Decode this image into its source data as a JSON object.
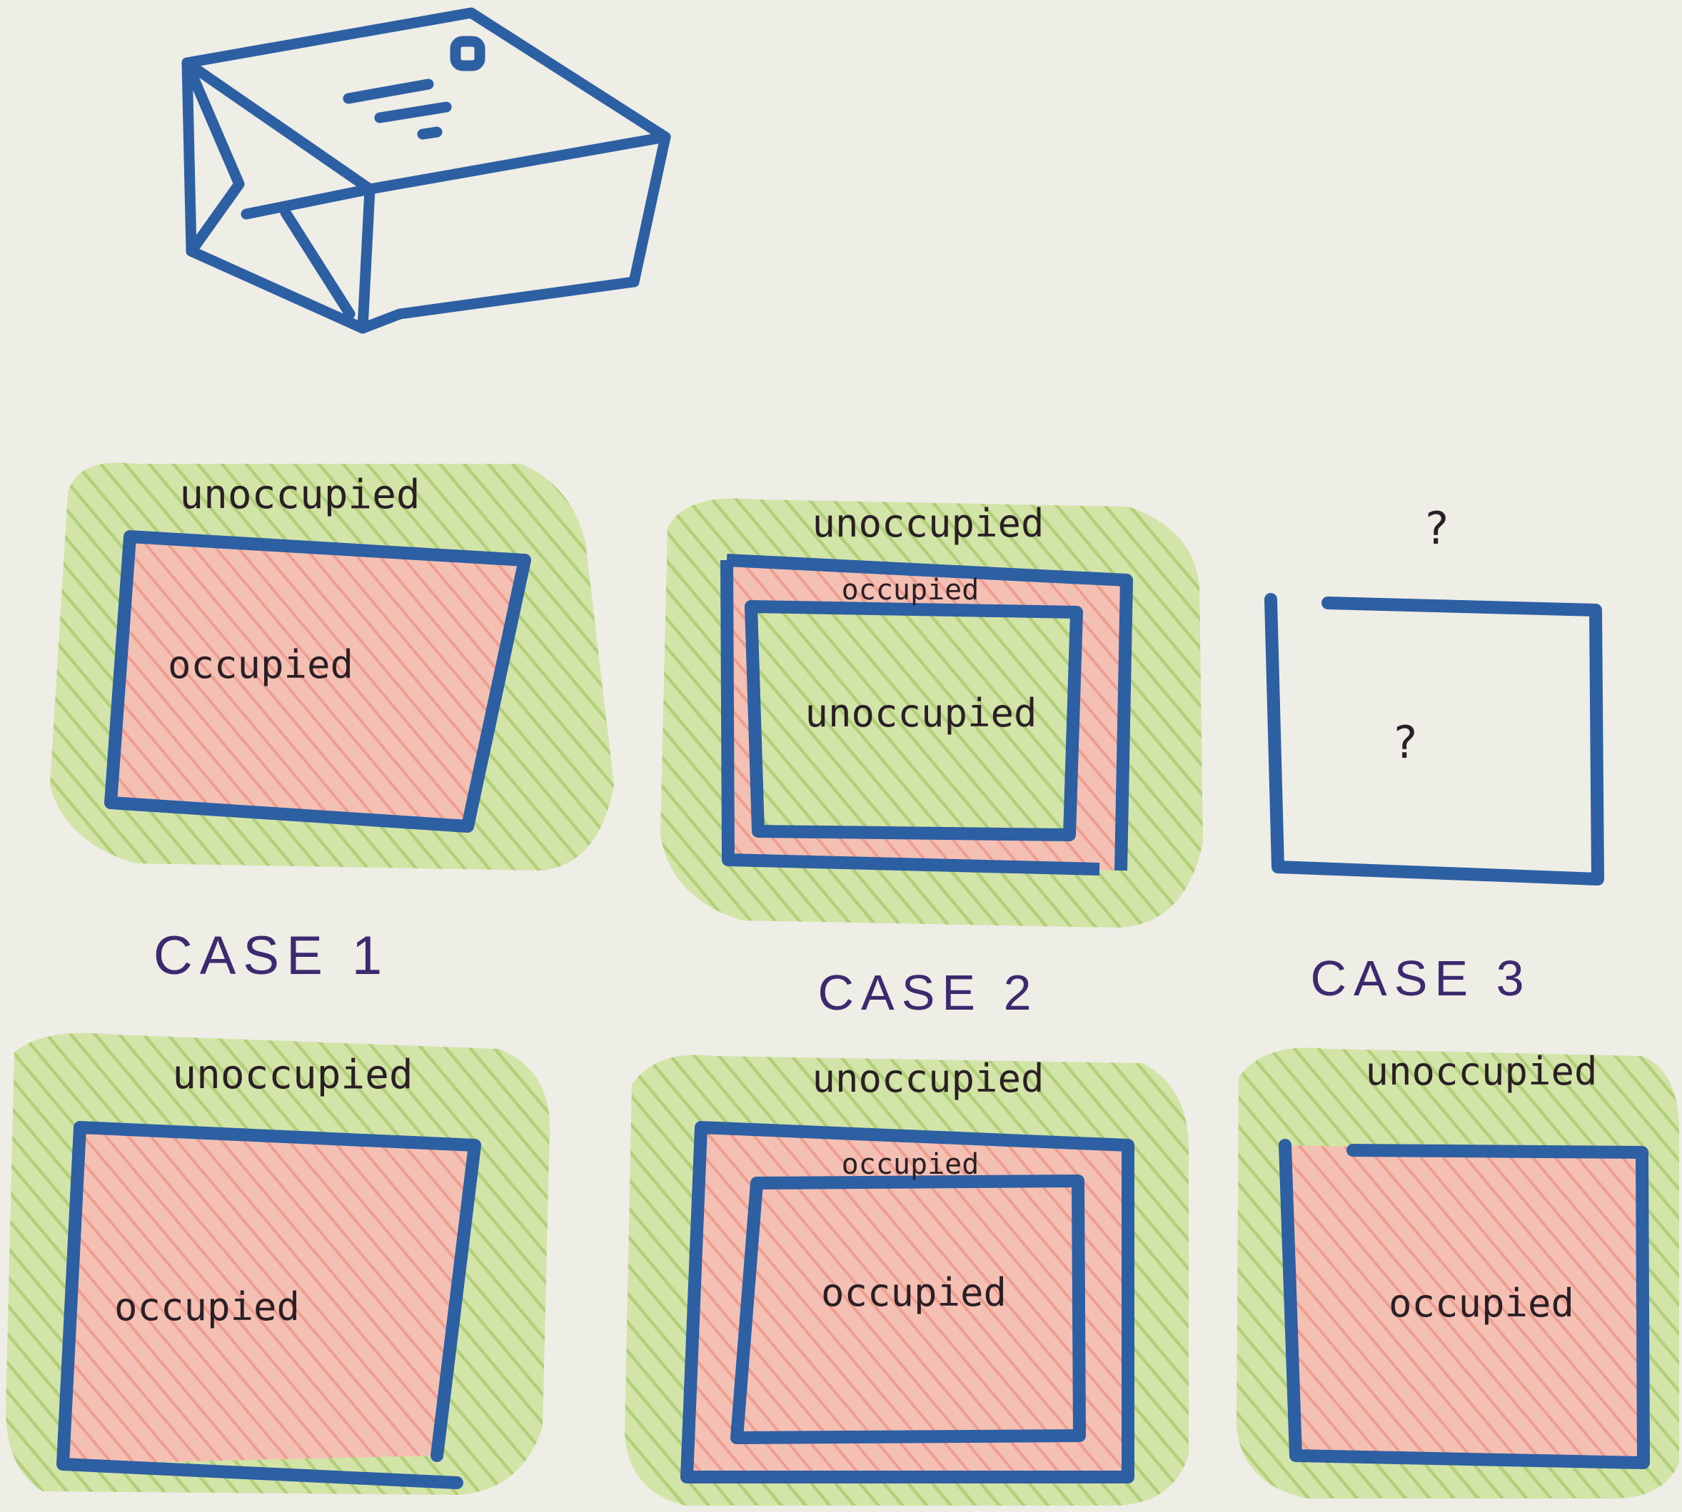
{
  "colors": {
    "paper": "#eeede6",
    "marker_blue": "#2d5fa3",
    "occupied_fill": "#f2b3a7",
    "unoccupied_fill": "#c8dc98",
    "ink_text": "#2a1f25",
    "case_text": "#3a2a6e"
  },
  "icons": {
    "parcel": "parcel-box-icon"
  },
  "top_row": {
    "case1": {
      "outer_label": "unoccupied",
      "inner_label": "occupied"
    },
    "case2": {
      "outer_label": "unoccupied",
      "ring_label": "occupied",
      "inner_label": "unoccupied"
    },
    "case3": {
      "outer_label": "?",
      "inner_label": "?"
    }
  },
  "case_titles": {
    "case1": "CASE 1",
    "case2": "CASE 2",
    "case3": "CASE 3"
  },
  "bottom_row": {
    "case1": {
      "outer_label": "unoccupied",
      "inner_label": "occupied"
    },
    "case2": {
      "outer_label": "unoccupied",
      "ring_label": "occupied",
      "inner_label": "occupied"
    },
    "case3": {
      "outer_label": "unoccupied",
      "inner_label": "occupied"
    }
  }
}
